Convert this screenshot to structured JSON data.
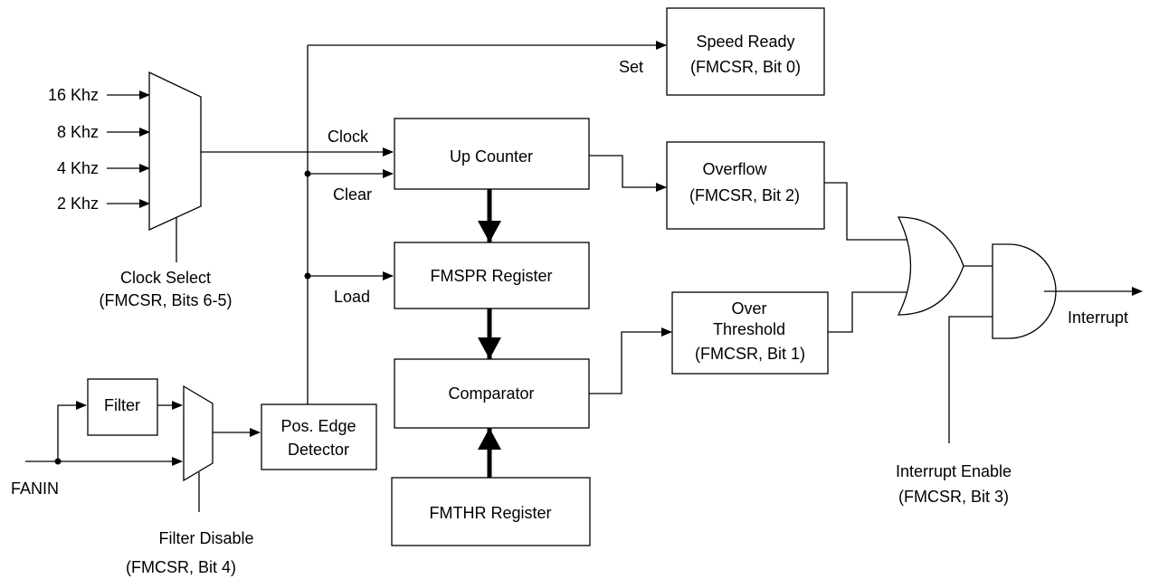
{
  "clock_inputs": [
    "16 Khz",
    "8 Khz",
    "4 Khz",
    "2 Khz"
  ],
  "clock_select": {
    "line1": "Clock Select",
    "line2": "(FMCSR, Bits 6-5)"
  },
  "speed_ready": {
    "line1": "Speed Ready",
    "line2": "(FMCSR, Bit 0)"
  },
  "set_label": "Set",
  "clock_label": "Clock",
  "clear_label": "Clear",
  "load_label": "Load",
  "up_counter": "Up Counter",
  "fmspr_register": "FMSPR Register",
  "comparator": "Comparator",
  "fmthr_register": "FMTHR Register",
  "overflow": {
    "line1": "Overflow",
    "line2": "(FMCSR, Bit 2)"
  },
  "over_threshold": {
    "line1": "Over",
    "line2": "Threshold",
    "line3": "(FMCSR, Bit 1)"
  },
  "interrupt": "Interrupt",
  "interrupt_enable": {
    "line1": "Interrupt Enable",
    "line2": "(FMCSR, Bit 3)"
  },
  "filter": "Filter",
  "fanin": "FANIN",
  "filter_disable": {
    "line1": "Filter Disable",
    "line2": "(FMCSR, Bit 4)"
  },
  "pos_edge": {
    "line1": "Pos. Edge",
    "line2": "Detector"
  }
}
